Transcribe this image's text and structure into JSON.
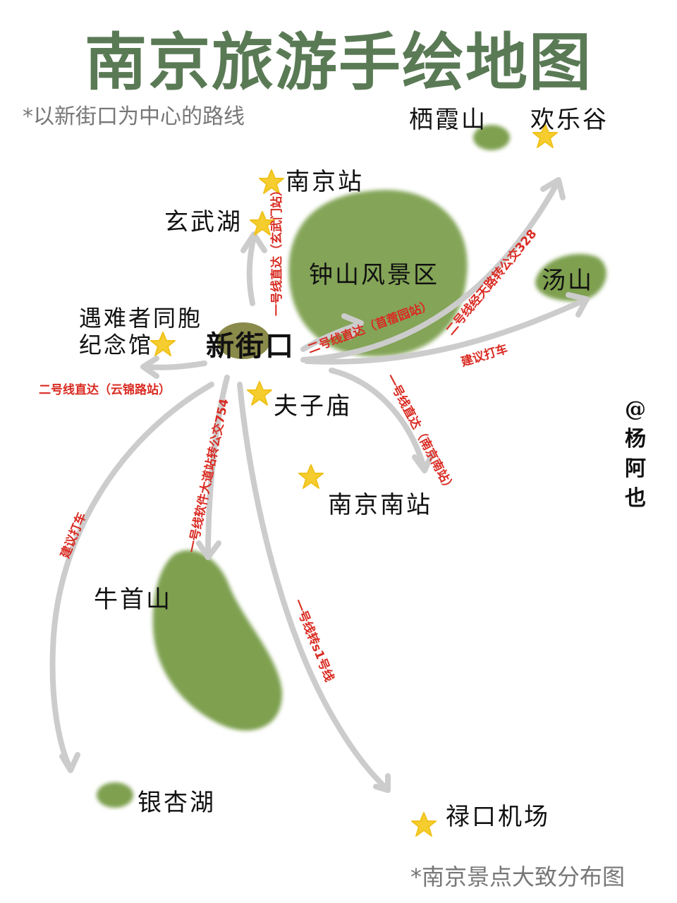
{
  "title": "南京旅游手绘地图",
  "subtitle_top": "*以新街口为中心的路线",
  "subtitle_bottom": "*南京景点大致分布图",
  "signature": {
    "at": "@",
    "chars": [
      "杨",
      "阿",
      "也"
    ]
  },
  "colors": {
    "title": "#5a7a55",
    "park": "#7ea04f",
    "hub": "#8a8a4a",
    "star": "#f5cd2e",
    "route_text": "#d92b22",
    "arrow": "#cccccc"
  },
  "hub": {
    "label": "新街口"
  },
  "places": {
    "qixiashan": "栖霞山",
    "huanlegu": "欢乐谷",
    "nanjing_station": "南京站",
    "xuanwu_lake": "玄武湖",
    "zhongshan": "钟山风景区",
    "tangshan": "汤山",
    "memorial_line1": "遇难者同胞",
    "memorial_line2": "纪念馆",
    "fuzimiao": "夫子庙",
    "nanjing_south": "南京南站",
    "niushoushan": "牛首山",
    "yinxing_lake": "银杏湖",
    "lukou_airport": "禄口机场"
  },
  "routes": {
    "to_xuanwu": "一号线直达（玄武门站）",
    "to_zhongshan": "二号线直达（苜蓿园站）",
    "to_huanlegu": "二号线经天路转公交328",
    "to_tangshan": "建议打车",
    "to_memorial": "二号线直达（云锦路站）",
    "to_nanjing_south": "一号线直达（南京南站）",
    "to_niushoushan": "一号线软件大道站转公交754",
    "to_yinxing": "建议打车",
    "to_airport": "一号线转s1号线"
  }
}
